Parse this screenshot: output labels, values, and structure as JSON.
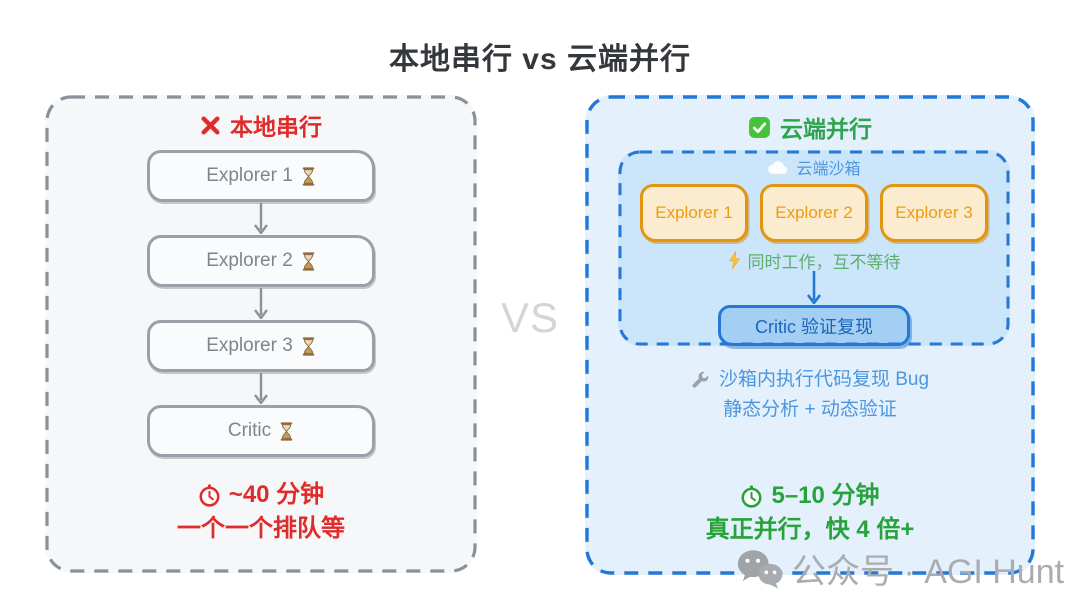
{
  "title": "本地串行 vs 云端并行",
  "vs_label": "VS",
  "left_panel": {
    "header": "本地串行",
    "steps": [
      {
        "label": "Explorer 1"
      },
      {
        "label": "Explorer 2"
      },
      {
        "label": "Explorer 3"
      },
      {
        "label": "Critic"
      }
    ],
    "summary_time": "~40 分钟",
    "summary_note": "一个一个排队等"
  },
  "right_panel": {
    "header": "云端并行",
    "sandbox": {
      "label": "云端沙箱",
      "workers": [
        {
          "label": "Explorer 1"
        },
        {
          "label": "Explorer 2"
        },
        {
          "label": "Explorer 3"
        }
      ],
      "parallel_note": "同时工作，互不等待",
      "critic_label": "Critic 验证复现"
    },
    "detail_line1": "沙箱内执行代码复现 Bug",
    "detail_line2": "静态分析 + 动态验证",
    "summary_time": "5–10 分钟",
    "summary_note": "真正并行，快 4 倍+"
  },
  "watermark": "公众号 · AGI Hunt",
  "colors": {
    "red": "#e02b2b",
    "green": "#2ea44f",
    "blue_border": "#2479d6",
    "blue_text": "#4d96de",
    "orange": "#e2950e",
    "gray_border": "#8b9199",
    "left_bg": "#f6f7f9",
    "right_bg": "#e4f1fc",
    "sandbox_bg": "#cbe5fb"
  }
}
